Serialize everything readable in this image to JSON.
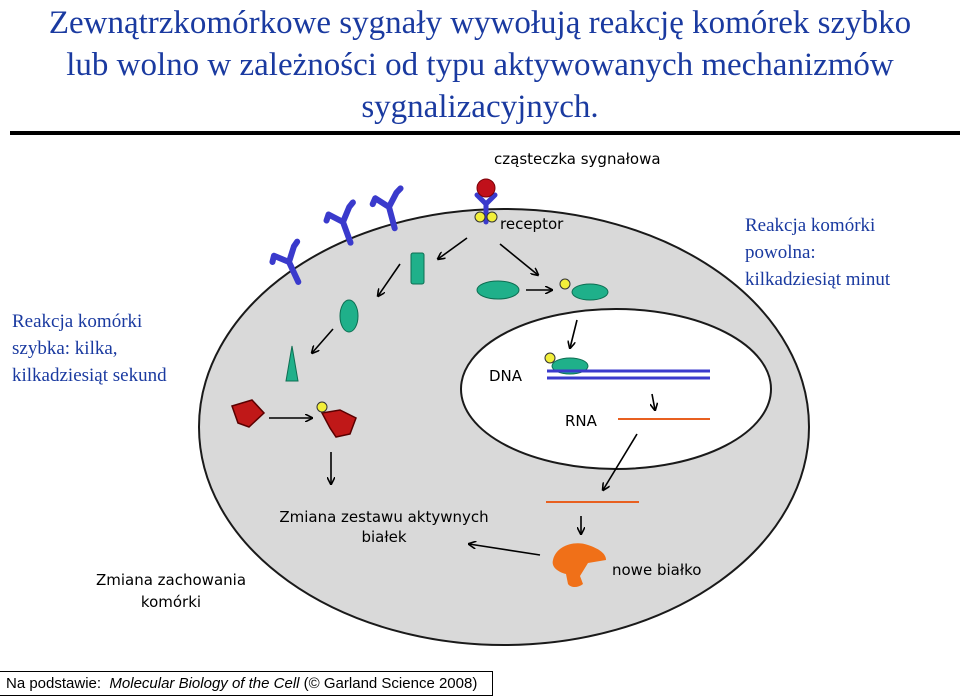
{
  "title": {
    "line1": "Zewnątrzkomórkowe sygnały wywołują reakcję komórek szybko",
    "line2": "lub wolno w zależności od typu aktywowanych mechanizmów",
    "line3": "sygnalizacyjnych."
  },
  "labels": {
    "signal_molecule": "cząsteczka sygnałowa",
    "receptor": "receptor",
    "dna": "DNA",
    "rna": "RNA",
    "protein_change_line1": "Zmiana zestawu aktywnych",
    "protein_change_line2": "białek",
    "new_protein": "nowe białko",
    "behavior_change_line1": "Zmiana zachowania",
    "behavior_change_line2": "komórki"
  },
  "fast_response": {
    "line1": "Reakcja komórki",
    "line2": "szybka: kilka,",
    "line3": "kilkadziesiąt sekund"
  },
  "slow_response": {
    "line1": "Reakcja komórki",
    "line2": "powolna:",
    "line3": "kilkadziesiąt minut"
  },
  "footer": {
    "prefix": "Na podstawie:",
    "book": "Molecular Biology of the Cell",
    "suffix": "(© Garland Science 2008)"
  },
  "colors": {
    "title_text": "#1a3aa0",
    "cell_fill": "#d9d9d9",
    "receptor_blue": "#3a3acc",
    "protein_green": "#1fb08a",
    "kinase_red": "#c01818",
    "ligand_red": "#c0101a",
    "phosphate_yellow": "#f2ef3a",
    "rna_orange": "#e86020",
    "new_protein_orange": "#f07018"
  }
}
